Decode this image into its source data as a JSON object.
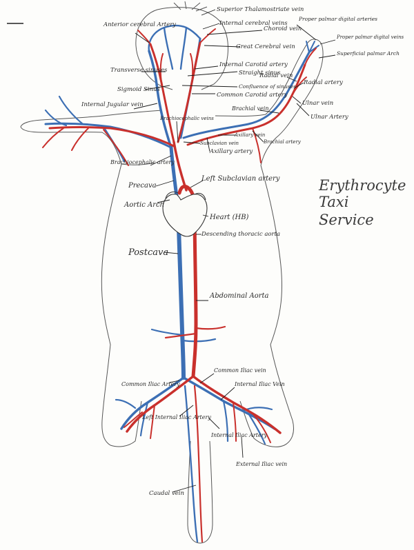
{
  "title": {
    "line1": "Erythrocyte",
    "line2": "Taxi",
    "line3": "Service"
  },
  "colors": {
    "artery": "#c9302c",
    "vein": "#3c6fb4",
    "outline": "#555555",
    "text": "#2a2a2a"
  },
  "labels": {
    "superior_thalamostriate_vein": "Superior Thalamostriate vein",
    "internal_cerebral_veins": "Internal cerebral veins",
    "choroid_vein": "Choroid vein",
    "anterior_cerebral_artery": "Anterior cerebral Artery",
    "great_cerebral_vein": "Great Cerebral vein",
    "proper_palmar_digital_arteries": "Proper palmar digital arteries",
    "proper_palmar_digital_veins": "Proper palmar digital veins",
    "superficial_palmar_arch": "Superficial palmar Arch",
    "transverse_sinuses": "Transverse sinuses",
    "sigmoid_sinus": "Sigmoid Sinus",
    "internal_carotid_artery": "Internal Carotid artery",
    "straight_sinus": "Straight sinus",
    "confluence_of_sinuses": "Confluence of sinuses",
    "radial_vein": "Radial vein",
    "radial_artery": "Radial artery",
    "common_carotid_artery": "Common Carotid artery",
    "internal_jugular_vein": "Internal Jugular vein",
    "brachial_vein": "Brachial vein",
    "ulnar_vein": "Ulnar vein",
    "ulnar_artery": "Ulnar Artery",
    "brachiocephalic_veins": "Brachiocephalic veins",
    "subclavian_vein": "Subclavian vein",
    "axillary_vein": "Axillary vein",
    "brachial_artery": "Brachial artery",
    "axillary_artery": "Axillary artery",
    "brachiocephalic_artery": "Brachiocephalic artery",
    "left_subclavian_artery": "Left Subclavian artery",
    "precava": "Precava",
    "aortic_arch": "Aortic Arch",
    "heart": "Heart (HB)",
    "descending_thoracic_aorta": "Descending thoracic aorta",
    "postcava": "Postcava",
    "abdominal_aorta": "Abdominal Aorta",
    "common_iliac_artery": "Common Iliac Artery",
    "common_iliac_vein": "Common Iliac vein",
    "internal_iliac_vein": "Internal Iliac Vein",
    "left_internal_iliac_artery": "Left Internal Iliac Artery",
    "internal_iliac_artery": "Internal Iliac Artery",
    "external_iliac_vein": "External Iliac vein",
    "caudal_vein": "Caudal vein"
  }
}
